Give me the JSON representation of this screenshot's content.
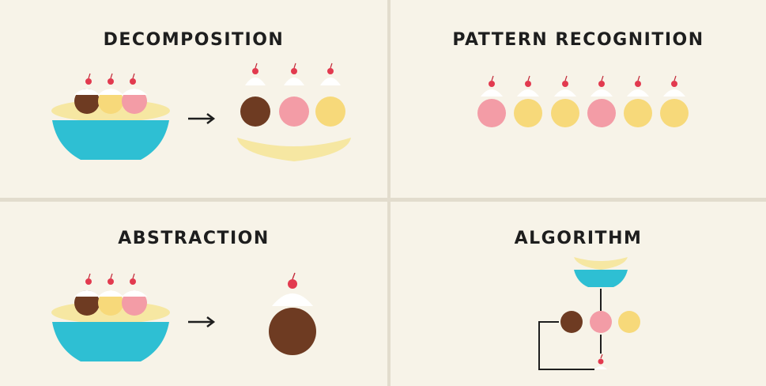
{
  "panels": {
    "decomposition": {
      "title": "DECOMPOSITION"
    },
    "pattern": {
      "title": "PATTERN RECOGNITION"
    },
    "abstraction": {
      "title": "ABSTRACTION"
    },
    "algorithm": {
      "title": "ALGORITHM"
    }
  },
  "colors": {
    "background": "#f7f3e8",
    "bowl": "#2ebfd3",
    "banana": "#f6e7a2",
    "chocolate": "#6e3b22",
    "strawberry": "#f39ca6",
    "vanilla": "#f7d97a",
    "cream": "#ffffff",
    "cherry": "#e23a4f",
    "line": "#1e1e1e"
  },
  "icons": [
    "arrow-right-icon",
    "sundae-bowl-icon",
    "scoop-icon",
    "cherry-icon"
  ]
}
